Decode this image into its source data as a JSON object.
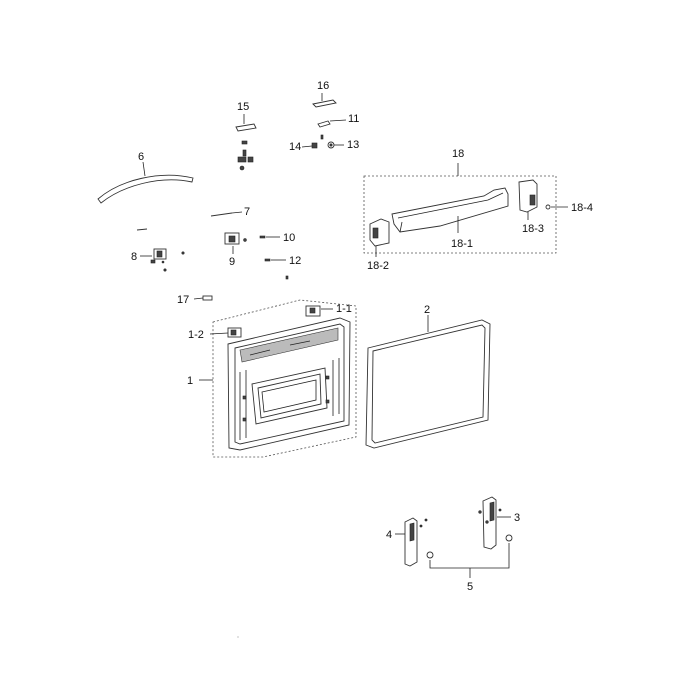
{
  "callouts": {
    "c1": "1",
    "c1_1": "1-1",
    "c1_2": "1-2",
    "c2": "2",
    "c3": "3",
    "c4": "4",
    "c5": "5",
    "c6": "6",
    "c7": "7",
    "c8": "8",
    "c9": "9",
    "c10": "10",
    "c11": "11",
    "c12": "12",
    "c13": "13",
    "c14": "14",
    "c15": "15",
    "c16": "16",
    "c17": "17",
    "c18": "18",
    "c18_1": "18-1",
    "c18_2": "18-2",
    "c18_3": "18-3",
    "c18_4": "18-4"
  }
}
